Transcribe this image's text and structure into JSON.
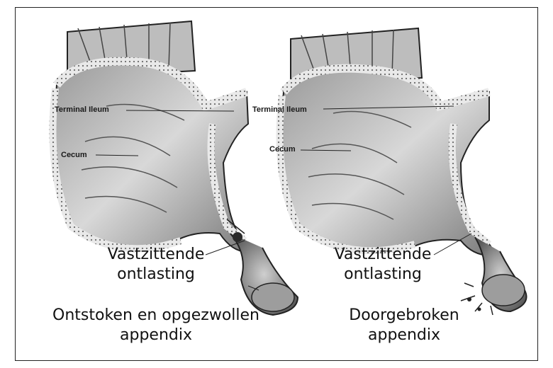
{
  "panels": [
    {
      "labels": {
        "ileum": "Terminal Ileum",
        "cecum": "Cecum"
      },
      "stool": "Vastzittende\nontlasting",
      "caption": "Ontstoken en opgezwollen\nappendix"
    },
    {
      "labels": {
        "ileum": "Terminal Ileum",
        "cecum": "Cecum"
      },
      "stool": "Vastzittende\nontlasting",
      "caption": "Doorgebroken\nappendix"
    }
  ]
}
